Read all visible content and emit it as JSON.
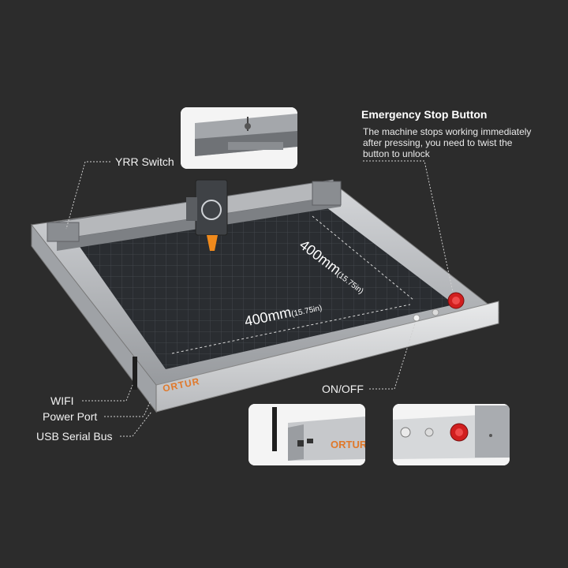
{
  "labels": {
    "yrr_switch": "YRR Switch",
    "estop_title": "Emergency Stop Button",
    "estop_desc_1": "The machine stops working immediately",
    "estop_desc_2": "after pressing, you need to twist the",
    "estop_desc_3": "button to unlock",
    "wifi": "WIFI",
    "power_port": "Power Port",
    "usb": "USB Serial Bus",
    "on_off": "ON/OFF"
  },
  "dimensions": {
    "y_main": "400mm",
    "y_sub": "(15.75in)",
    "x_main": "400mm",
    "x_sub": "(15.75in)"
  },
  "brand": "ORTUR",
  "colors": {
    "background": "#2c2c2c",
    "frame": "#b9bbbe",
    "bed": "#2a2d31",
    "estop": "#d11f1f",
    "laser_accent": "#f08a1c"
  }
}
